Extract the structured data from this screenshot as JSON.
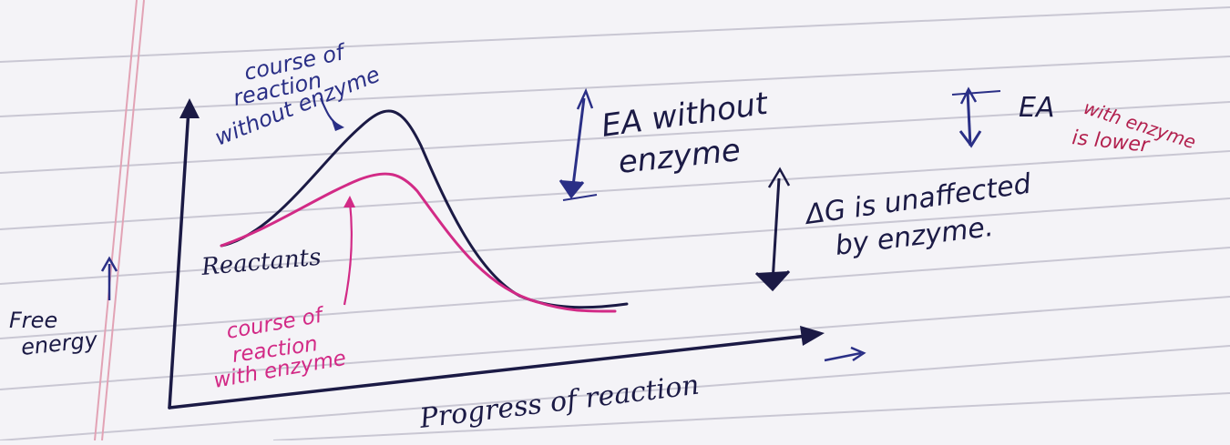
{
  "labels": {
    "without_enzyme_line1": "course of",
    "without_enzyme_line2": "reaction",
    "without_enzyme_line3": "without enzyme",
    "ea_without_line1": "EA without",
    "ea_without_line2": "enzyme",
    "ea_with_line1": "EA",
    "ea_with_line2": "with enzyme",
    "ea_with_line3": "is lower",
    "dg_line1": "ΔG is unaffected",
    "dg_line2": "by enzyme.",
    "reactants": "Reactants",
    "with_enzyme_line1": "course of",
    "with_enzyme_line2": "reaction",
    "with_enzyme_line3": "with enzyme",
    "y_axis_line1": "Free",
    "y_axis_line2": "energy",
    "x_axis": "Progress of reaction"
  },
  "colors": {
    "paper": "#f4f3f7",
    "rule": "#c9c7d3",
    "margin": "#e2a3b5",
    "ink_navy": "#1b1a45",
    "ink_blue": "#2a2f86",
    "ink_pink": "#d22a86"
  }
}
